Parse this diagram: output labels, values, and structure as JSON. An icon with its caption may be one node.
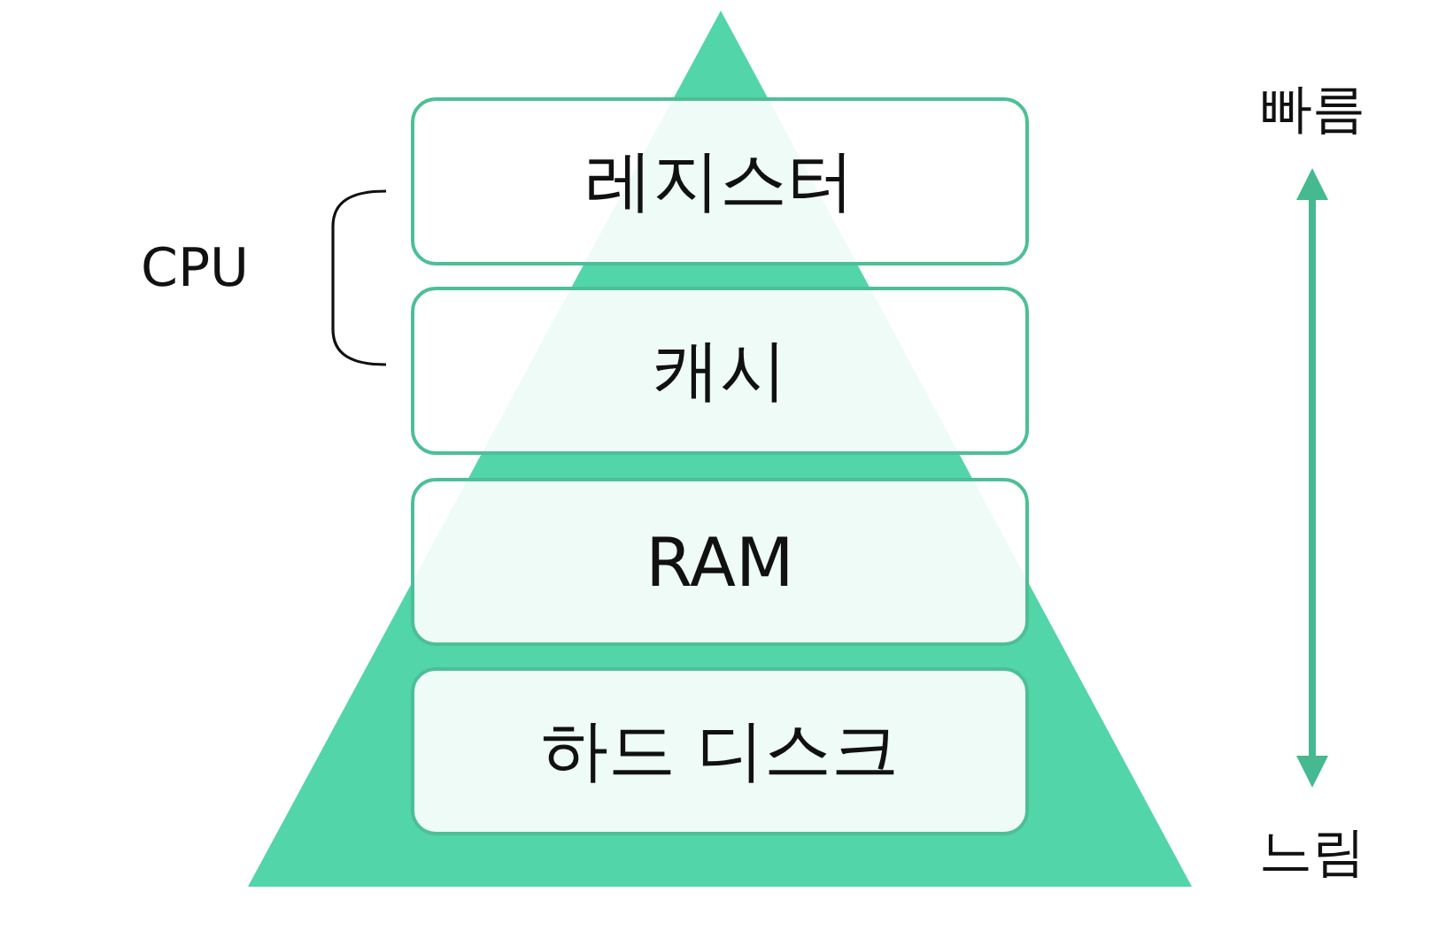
{
  "diagram": {
    "nodes": [
      {
        "text": [
          "레지스터"
        ]
      },
      {
        "text": [
          "캐시"
        ]
      },
      {
        "text": [
          "RAM"
        ]
      },
      {
        "text": [
          "하드 디스크"
        ]
      }
    ],
    "labels": [
      "CPU",
      "빠름",
      "느림"
    ]
  }
}
